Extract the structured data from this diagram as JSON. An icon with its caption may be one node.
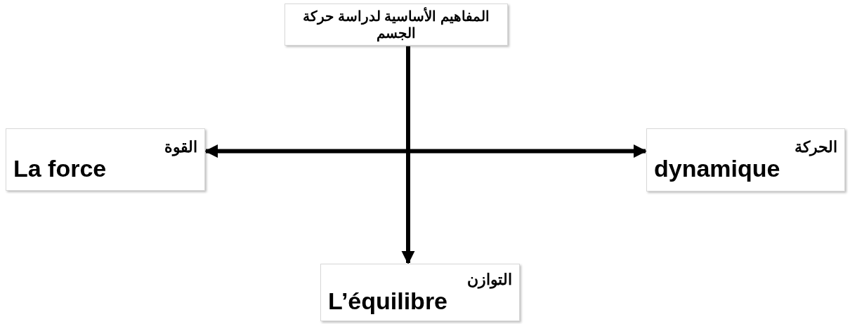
{
  "diagram": {
    "nodes": [
      {
        "text": [
          "المفاهيم الأساسية لدراسة حركة الجسم"
        ]
      },
      {
        "text": [
          "القوة",
          "La force"
        ]
      },
      {
        "text": [
          "الحركة",
          "dynamique"
        ]
      },
      {
        "text": [
          "التوازن",
          "L’équilibre"
        ]
      }
    ],
    "edges": [
      {
        "from": 0,
        "to": 3,
        "arrow": "to"
      },
      {
        "from": 1,
        "to": 2,
        "arrow": "both"
      }
    ]
  }
}
